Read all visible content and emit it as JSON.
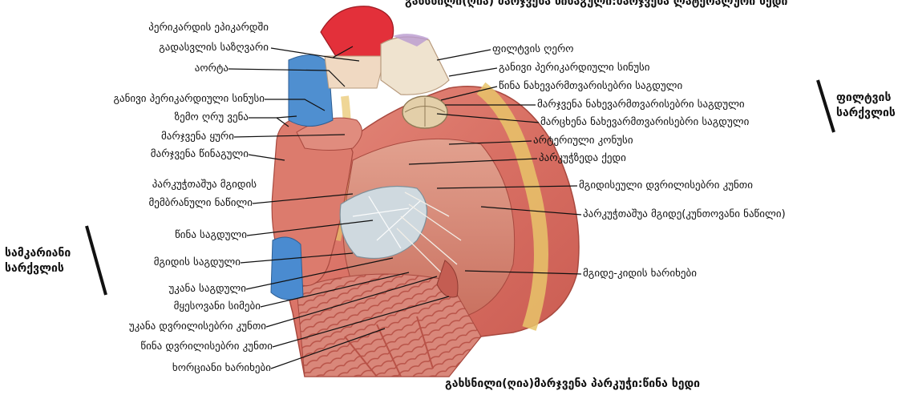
{
  "top_caption": "გახსნილი(ღია) მარჯვენა წინაგული:მარჯვენა ლატერალური ხედი",
  "bottom_caption": "გახსნილი(ღია)მარჯვენა პარკუჭი:წინა  ხედი",
  "groups": {
    "pulmonary_valve_cusps": [
      "ფილტვის",
      "სარქვლის"
    ],
    "tricuspid_valve_cusps": [
      "სამკარიანი",
      "სარქვლის"
    ]
  },
  "left_labels": [
    "პერიკარდის ეპიკარდში",
    "გადასვლის საზღვარი",
    "აორტა",
    "განივი პერიკარდიული სინუსი",
    "ზემო ღრუ ვენა",
    "მარჯვენა ყური",
    "მარჯვენა წინაგული",
    "პარკუჭთაშუა მგიდის",
    "მემბრანული ნაწილი",
    "წინა საგდული",
    "მგიდის საგდული",
    "უკანა საგდული",
    "მყესოვანი სიმები",
    "უკანა დვრილისებრი კუნთი",
    "წინა დვრილისებრი კუნთი",
    "ხორციანი ხარიხები"
  ],
  "right_labels": [
    "ფილტვის ღერო",
    "განივი პერიკარდიული სინუსი",
    "წინა ნახევარმთვარისებრი საგდული",
    "მარჯვენა ნახევარმთვარისებრი საგდული",
    "მარცხენა ნახევარმთვარისებრი საგდული",
    "არტერიული კონუსი",
    "პარკუჭზედა ქედი",
    "მგიდისეული დვრილისებრი კუნთი",
    "პარკუჭთაშუა მგიდე(კუნთოვანი ნაწილი)",
    "მგიდე-კიდის ხარიხები"
  ],
  "colors": {
    "myocardium": "#d9756a",
    "aorta": "#e3303a",
    "pulmonary_trunk": "#efe3cf",
    "vena_cava": "#4f8fd0",
    "valve": "#cfd9df",
    "fat": "#e8c46a"
  }
}
